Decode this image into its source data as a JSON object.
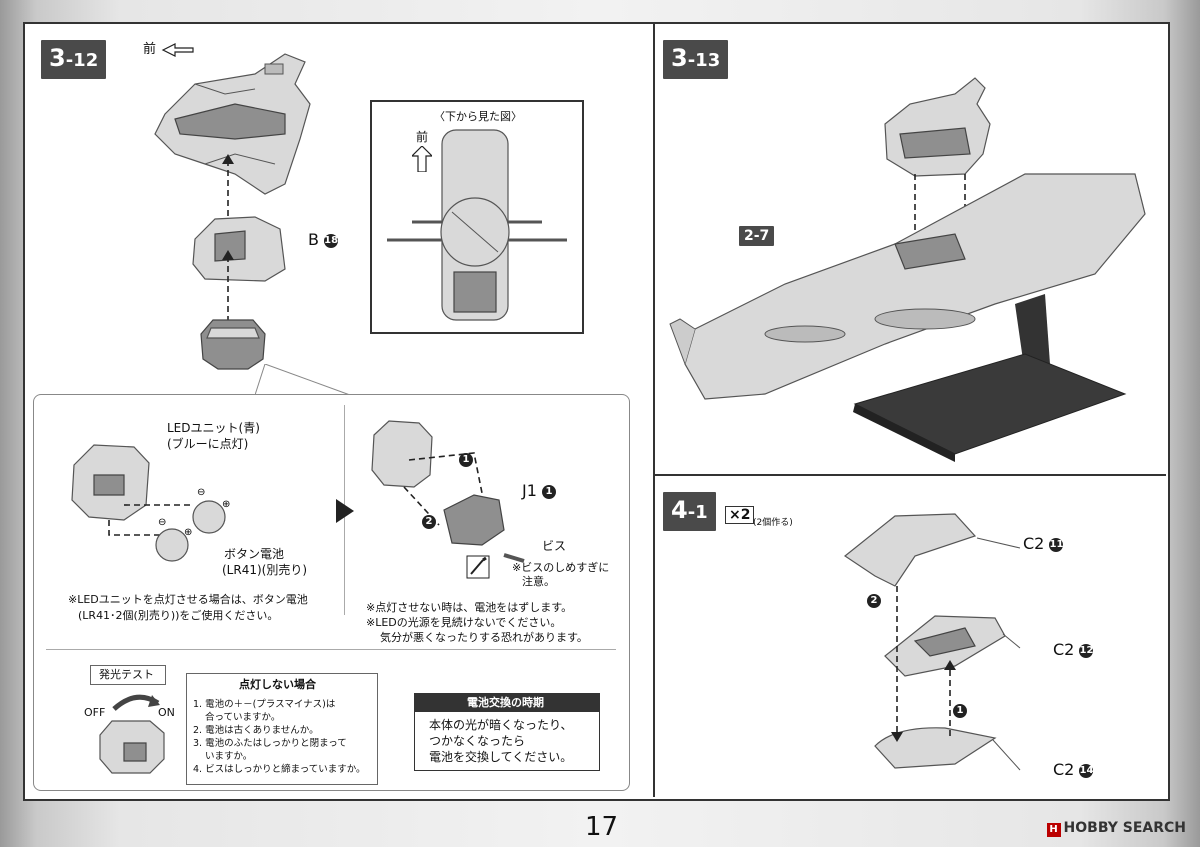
{
  "page_number": "17",
  "watermark": "HOBBY SEARCH",
  "watermark_logo": "H",
  "colors": {
    "badge": "#4a4a4a",
    "frame": "#333333",
    "part": "#d9d9d9"
  },
  "step_3_12": {
    "badge_num": "3",
    "badge_sub": "-12",
    "front_label": "前",
    "part_label": "B",
    "part_num": "18",
    "bottom_view": {
      "title": "〈下から見た図〉",
      "front_label": "前"
    },
    "led_section": {
      "led_unit_label": "LEDユニット(青)",
      "led_unit_sub": "(ブルーに点灯)",
      "battery_label": "ボタン電池",
      "battery_sub": "(LR41)(別売り)",
      "note_left_line1": "※LEDユニットを点灯させる場合は、ボタン電池",
      "note_left_line2": "(LR41･2個(別売り))をご使用ください。",
      "part_j": "J1",
      "part_j_num": "1",
      "screw_label": "ビス",
      "caution_line1": "※ビスのしめすぎに",
      "caution_line2": "注意。",
      "step_1": "1",
      "step_2": "2",
      "note_right_line1": "※点灯させない時は、電池をはずします。",
      "note_right_line2": "※LEDの光源を見続けないでください。",
      "note_right_line3": "気分が悪くなったりする恐れがあります。"
    },
    "light_test": {
      "title": "発光テスト",
      "off": "OFF",
      "on": "ON"
    },
    "not_lit": {
      "title": "点灯しない場合",
      "items": [
        "1. 電池の＋－(プラスマイナス)は",
        "合っていますか。",
        "2. 電池は古くありませんか。",
        "3. 電池のふたはしっかりと閉まって",
        "いますか。",
        "4. ビスはしっかりと締まっていますか。"
      ]
    },
    "battery_change": {
      "title": "電池交換の時期",
      "line1": "本体の光が暗くなったり、",
      "line2": "つかなくなったら",
      "line3": "電池を交換してください。"
    }
  },
  "step_3_13": {
    "badge_num": "3",
    "badge_sub": "-13",
    "ref_label": "2-7"
  },
  "step_4_1": {
    "badge_num": "4",
    "badge_sub": "-1",
    "qty": "×2",
    "qty_note": "(2個作る)",
    "parts": [
      {
        "label": "C2",
        "num": "11"
      },
      {
        "label": "C2",
        "num": "12"
      },
      {
        "label": "C2",
        "num": "14"
      }
    ],
    "step_1": "1",
    "step_2": "2"
  }
}
